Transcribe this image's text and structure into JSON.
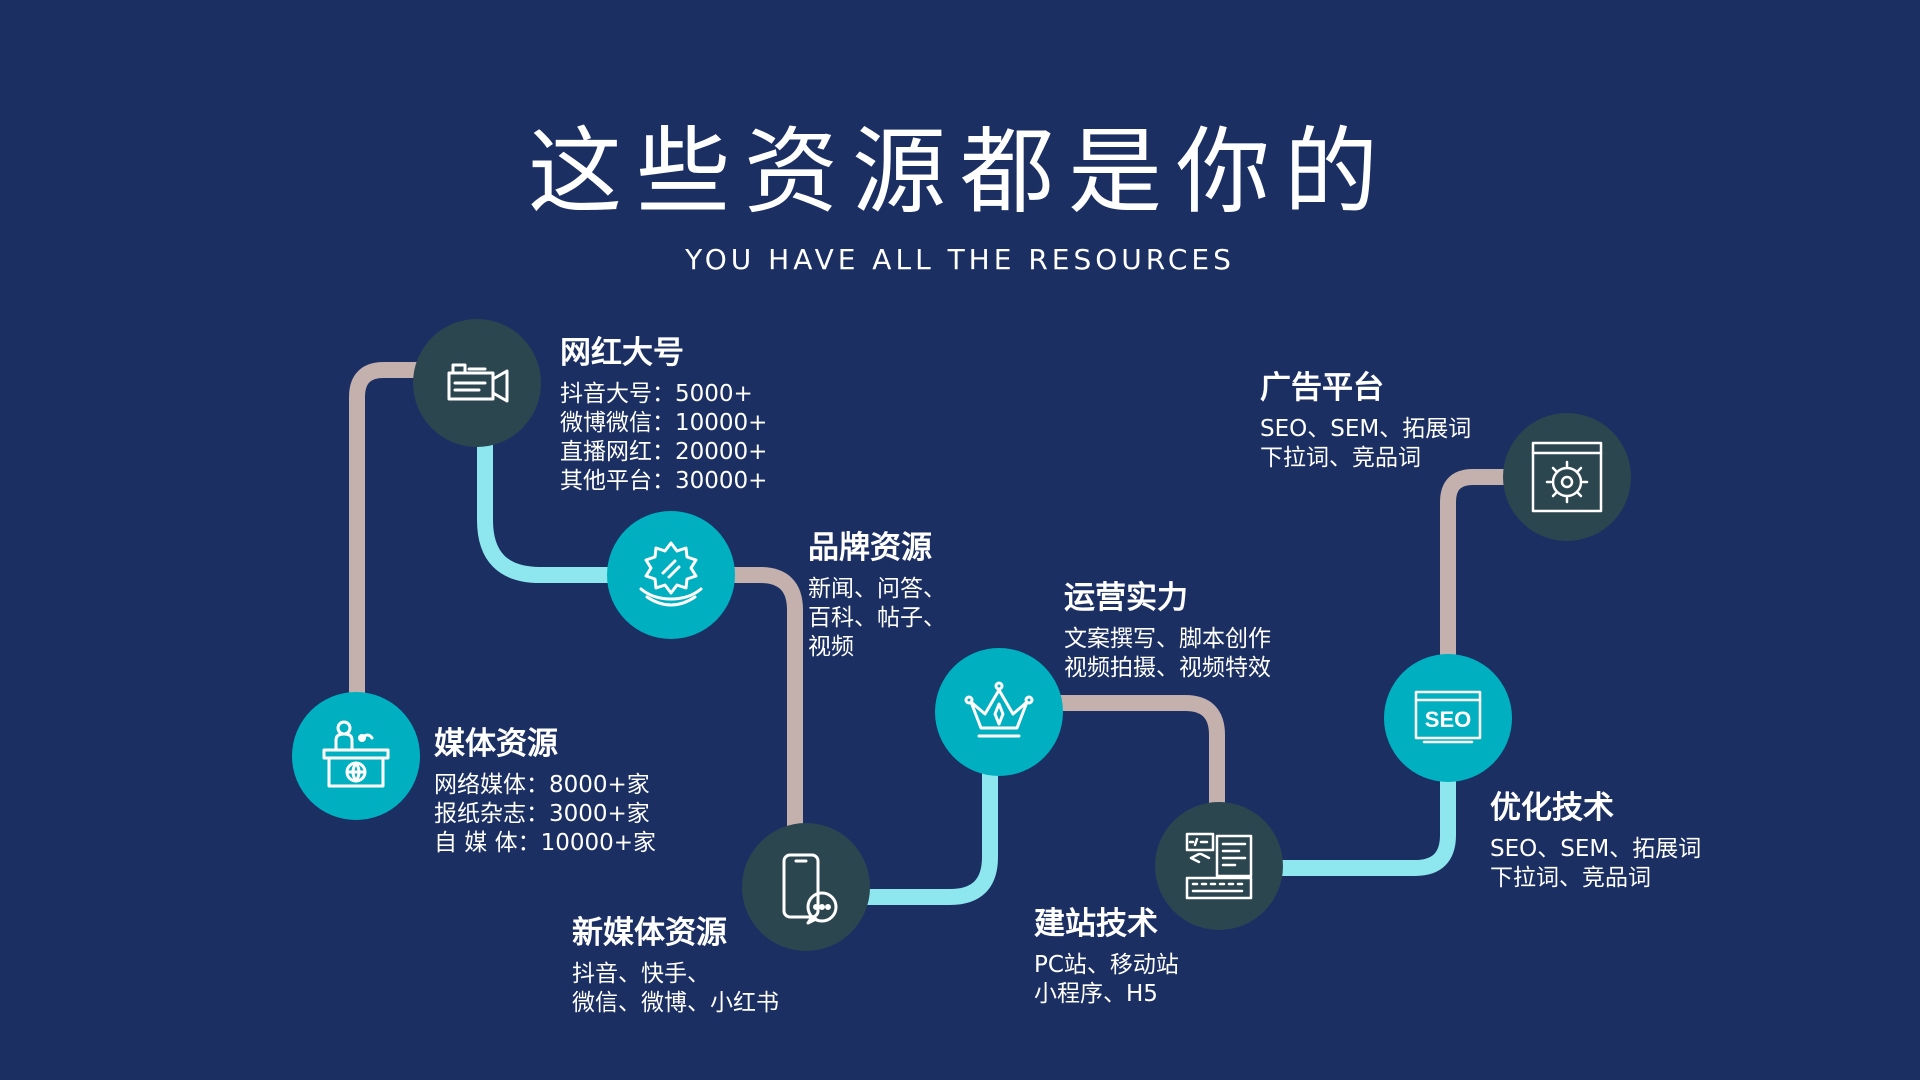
{
  "title": "这些资源都是你的",
  "subtitle": "YOU HAVE ALL THE RESOURCES",
  "colors": {
    "background": "#1b2f63",
    "teal_node": "#00b0c0",
    "dark_node": "#2c4650",
    "path_light_blue": "#8ee6ee",
    "path_taupe": "#c4b1ad"
  },
  "nodes": {
    "media": {
      "icon": "news-podium-icon",
      "heading": "媒体资源",
      "lines": [
        "网络媒体：8000+家",
        "报纸杂志：3000+家",
        "自 媒 体：10000+家"
      ]
    },
    "influencer": {
      "icon": "video-camera-icon",
      "heading": "网红大号",
      "lines": [
        "抖音大号：5000+",
        "微博微信：10000+",
        "直播网红：20000+",
        "其他平台：30000+"
      ]
    },
    "brand": {
      "icon": "award-badge-icon",
      "heading": "品牌资源",
      "lines": [
        "新闻、问答、",
        "百科、帖子、",
        "视频"
      ]
    },
    "new_media": {
      "icon": "mobile-chat-icon",
      "heading": "新媒体资源",
      "lines": [
        "抖音、快手、",
        "微信、微博、小红书"
      ]
    },
    "operations": {
      "icon": "crown-icon",
      "heading": "运营实力",
      "lines": [
        "文案撰写、脚本创作",
        "视频拍摄、视频特效"
      ]
    },
    "web_build": {
      "icon": "code-keyboard-icon",
      "heading": "建站技术",
      "lines": [
        "PC站、移动站",
        "小程序、H5"
      ]
    },
    "seo": {
      "icon": "seo-screen-icon",
      "heading": "优化技术",
      "lines": [
        "SEO、SEM、拓展词",
        "下拉词、竞品词"
      ]
    },
    "ads": {
      "icon": "gear-window-icon",
      "heading": "广告平台",
      "lines": [
        "SEO、SEM、拓展词",
        "下拉词、竞品词"
      ]
    }
  }
}
